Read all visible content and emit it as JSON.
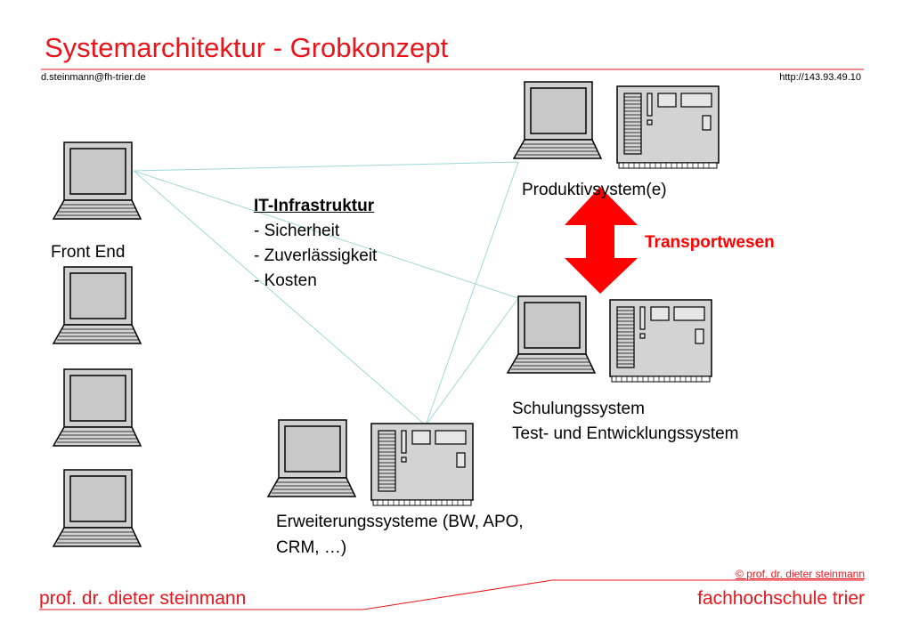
{
  "header": {
    "title": "Systemarchitektur - Grobkonzept",
    "email": "d.steinmann@fh-trier.de",
    "url": "http://143.93.49.10"
  },
  "diagram": {
    "front_end_label": "Front End",
    "infrastructure": {
      "heading": "IT-Infrastruktur",
      "items": [
        "- Sicherheit",
        "- Zuverlässigkeit",
        "- Kosten"
      ]
    },
    "production_label": "Produktivsystem(e)",
    "transport_label": "Transportwesen",
    "training_label_line1": "Schulungssystem",
    "training_label_line2": "Test- und Entwicklungssystem",
    "extension_label_line1": "Erweiterungssysteme (BW, APO,",
    "extension_label_line2": "CRM, …)"
  },
  "footer": {
    "copyright": "© prof. dr. dieter steinmann",
    "left": "prof. dr. dieter steinmann",
    "right": "fachhochschule trier"
  },
  "colors": {
    "accent": "#e8151b",
    "transport": "#ff0000",
    "connection": "#9fd8d8"
  }
}
